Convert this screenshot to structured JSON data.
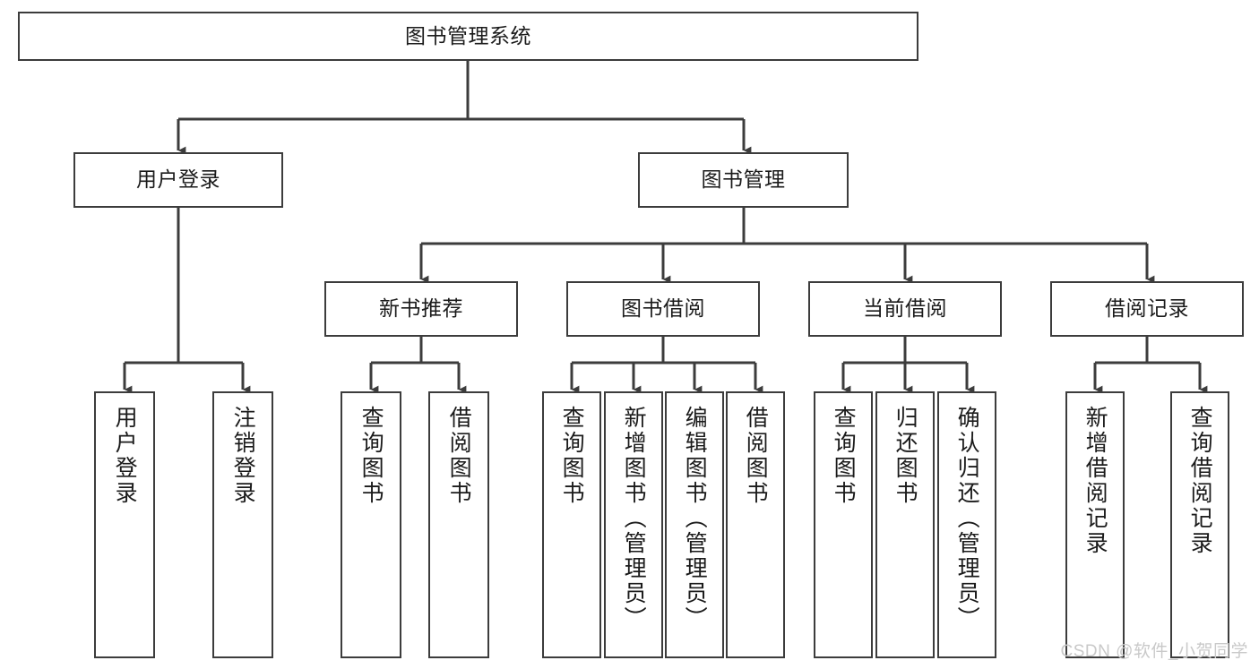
{
  "diagram": {
    "type": "tree",
    "title": "图书管理系统",
    "watermark": "CSDN @软件_小贺同学",
    "colors": {
      "border": "#3c3c3c",
      "text": "#1b1b1b",
      "background": "#ffffff",
      "watermark": "#c9c9c9"
    },
    "nodes": {
      "root": {
        "label": "图书管理系统"
      },
      "tier1": [
        {
          "label": "用户登录"
        },
        {
          "label": "图书管理"
        }
      ],
      "tier2": [
        {
          "label": "新书推荐"
        },
        {
          "label": "图书借阅"
        },
        {
          "label": "当前借阅"
        },
        {
          "label": "借阅记录"
        }
      ],
      "leaves": {
        "user_login": [
          {
            "label": "用户登录"
          },
          {
            "label": "注销登录"
          }
        ],
        "new_book": [
          {
            "label": "查询图书"
          },
          {
            "label": "借阅图书"
          }
        ],
        "book_borrow": [
          {
            "label": "查询图书"
          },
          {
            "label": "新增图书（管理员）"
          },
          {
            "label": "编辑图书（管理员）"
          },
          {
            "label": "借阅图书"
          }
        ],
        "current_borrow": [
          {
            "label": "查询图书"
          },
          {
            "label": "归还图书"
          },
          {
            "label": "确认归还（管理员）"
          }
        ],
        "borrow_record": [
          {
            "label": "新增借阅记录"
          },
          {
            "label": "查询借阅记录"
          }
        ]
      }
    }
  }
}
